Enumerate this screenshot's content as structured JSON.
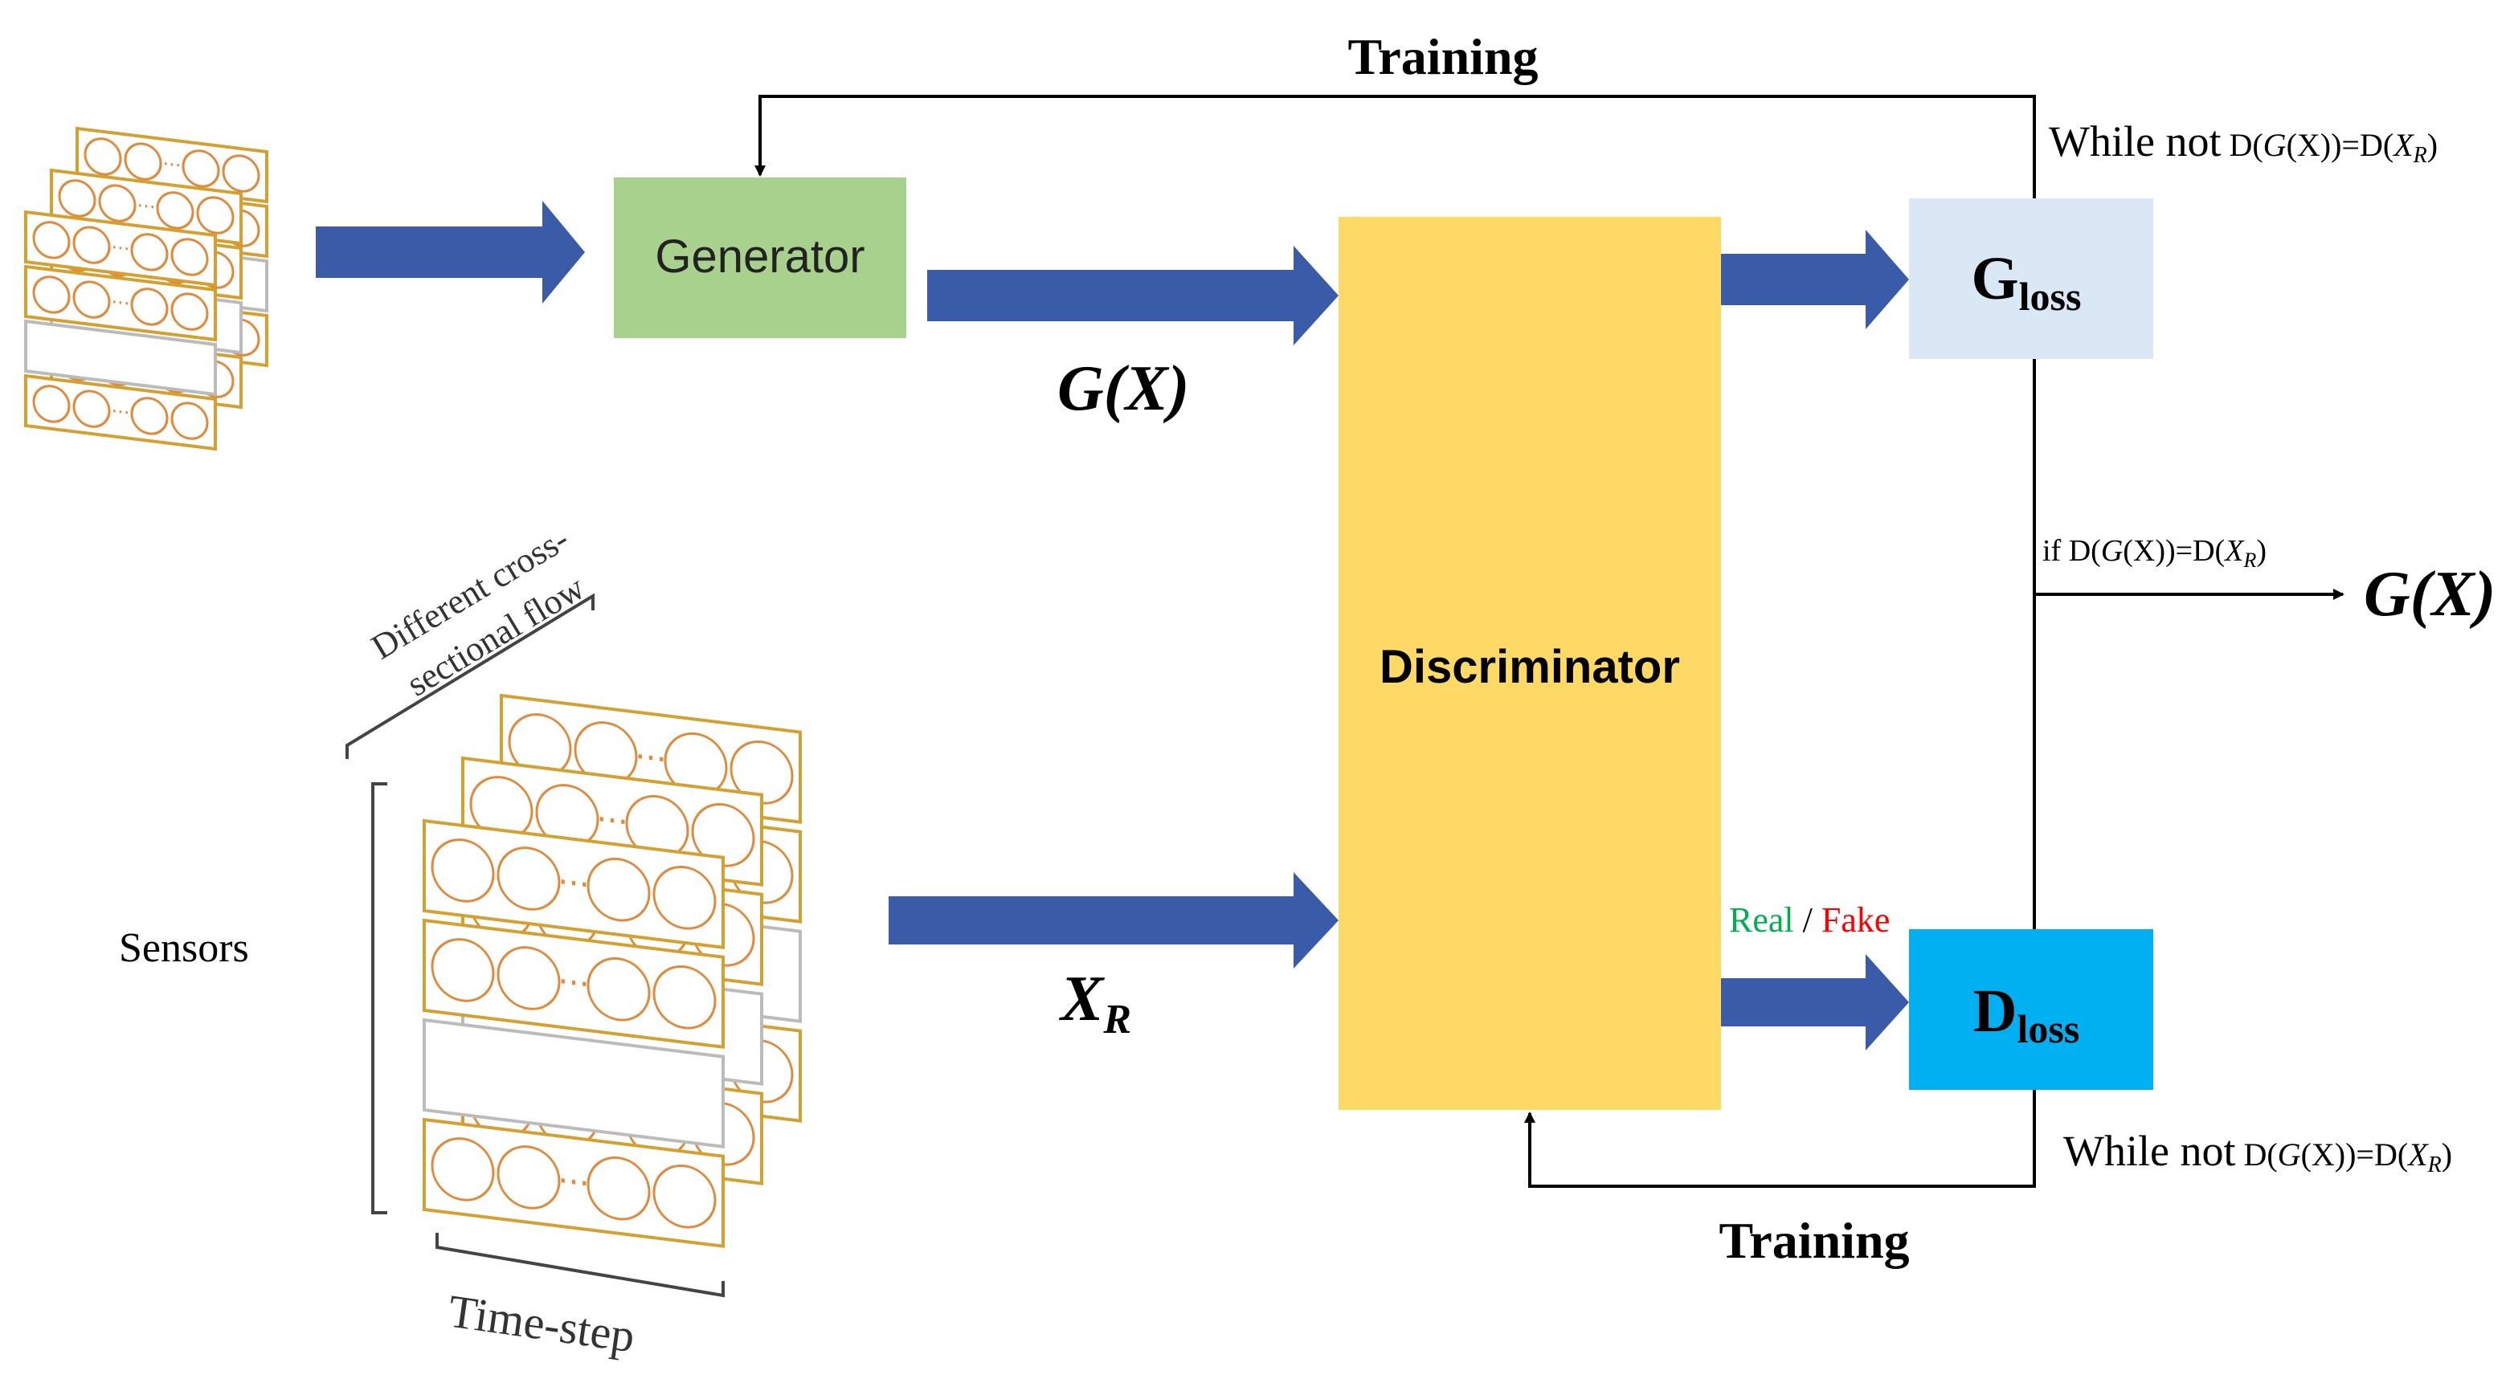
{
  "diagram": {
    "generator": {
      "label": "Generator",
      "fill": "#a9d18e"
    },
    "discriminator": {
      "label": "Discriminator",
      "fill": "#ffd966"
    },
    "g_loss": {
      "main": "G",
      "sub": "loss",
      "fill": "#dae8f5"
    },
    "d_loss": {
      "main": "D",
      "sub": "loss",
      "fill": "#00b0f0"
    },
    "generated_label": {
      "text": "G(X)"
    },
    "real_input_label": {
      "main": "X",
      "sub": "R"
    },
    "output_label": {
      "text": "G(X)"
    },
    "training_top": "Training",
    "training_bottom": "Training",
    "condition_top": {
      "prefix": "While not",
      "pre": "D(",
      "g": "G",
      "mid": "(X))=D(",
      "x": "X",
      "sub": "R",
      "post": ")"
    },
    "condition_bottom": {
      "prefix": "While not",
      "pre": "D(",
      "g": "G",
      "mid": "(X))=D(",
      "x": "X",
      "sub": "R",
      "post": ")"
    },
    "condition_output": {
      "prefix": "if",
      "pre": "D(",
      "g": "G",
      "mid": "(X))=D(",
      "x": "X",
      "sub": "R",
      "post": ")"
    },
    "real_label": {
      "text": "Real",
      "color": "#00b050"
    },
    "separator": "/",
    "fake_label": {
      "text": "Fake",
      "color": "#ff0000"
    },
    "sensors_label": "Sensors",
    "time_step_label": "Time-step",
    "cross_section_line1": "Different cross-",
    "cross_section_line2": "sectional flow",
    "dots": "···",
    "arrow_color": "#3a5ca8",
    "sensor_stroke": "#d4a030",
    "circle_stroke": "#e08a3c"
  }
}
